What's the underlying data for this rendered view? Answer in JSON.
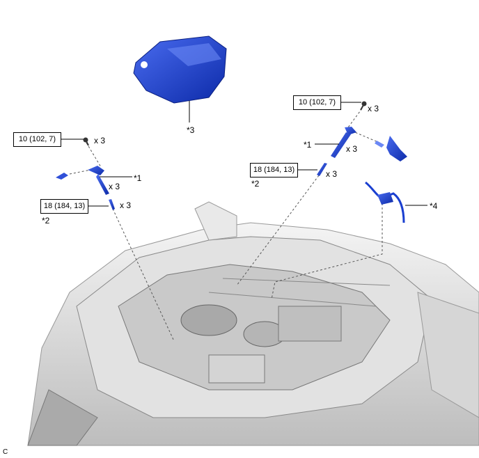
{
  "callouts": {
    "coil": "*1",
    "plug": "*2",
    "cover": "*3",
    "harness": "*4"
  },
  "torque": {
    "bolt": "10 (102, 7)",
    "plug": "18 (184, 13)"
  },
  "quantity": "x 3",
  "figure_code": "C",
  "colors": {
    "part": "#1a3fd0",
    "car": "#c8c8c8"
  }
}
